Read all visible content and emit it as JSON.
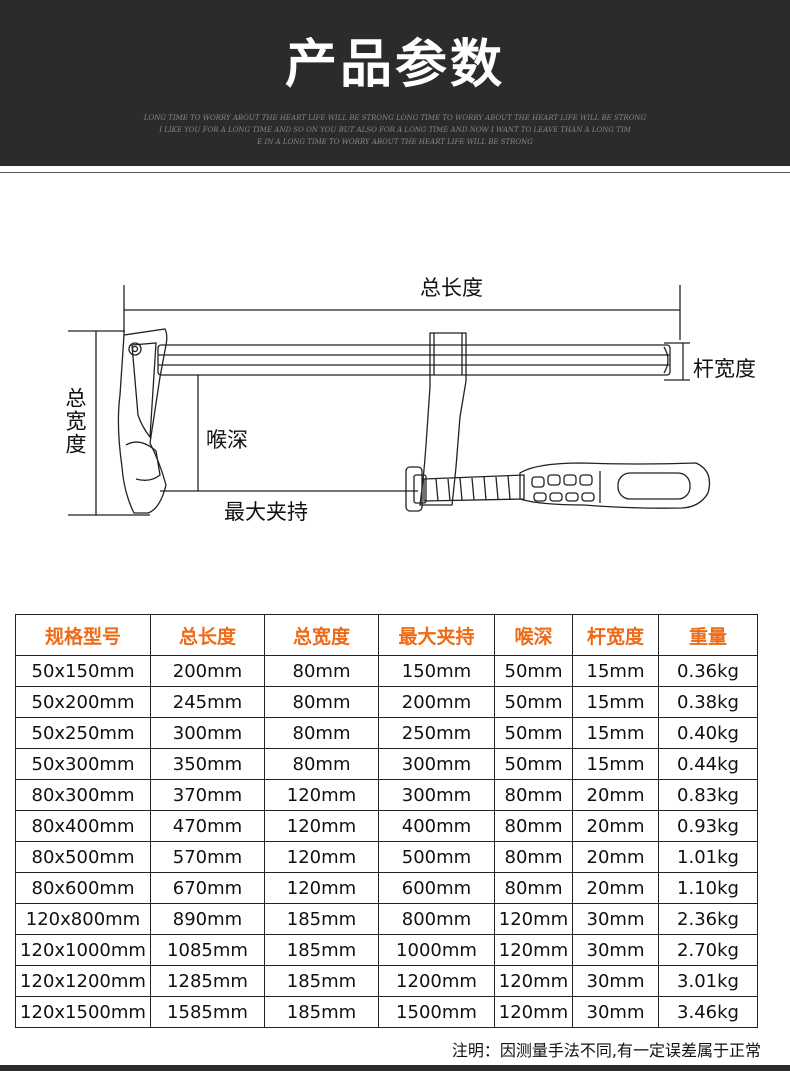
{
  "header": {
    "title": "产品参数",
    "taglines": [
      "LONG TIME TO WORRY ABOUT THE HEART  LIFE WILL BE STRONG LONG TIME TO WORRY ABOUT THE HEART  LIFE WILL BE STRONG",
      "I LIKE YOU  FOR A LONG TIME  AND SO ON YOU  BUT ALSO FOR A LONG TIME  AND NOW  I WANT TO LEAVE  THAN A LONG TIM",
      "E IN A LONG TIME TO WORRY ABOUT THE HEART  LIFE WILL BE STRONG"
    ]
  },
  "diagram": {
    "total_length": "总长度",
    "bar_width": "杆宽度",
    "total_width": "总宽度",
    "throat_depth": "喉深",
    "max_clamp": "最大夹持"
  },
  "table": {
    "columns": [
      "规格型号",
      "总长度",
      "总宽度",
      "最大夹持",
      "喉深",
      "杆宽度",
      "重量"
    ],
    "rows": [
      [
        "50x150mm",
        "200mm",
        "80mm",
        "150mm",
        "50mm",
        "15mm",
        "0.36kg"
      ],
      [
        "50x200mm",
        "245mm",
        "80mm",
        "200mm",
        "50mm",
        "15mm",
        "0.38kg"
      ],
      [
        "50x250mm",
        "300mm",
        "80mm",
        "250mm",
        "50mm",
        "15mm",
        "0.40kg"
      ],
      [
        "50x300mm",
        "350mm",
        "80mm",
        "300mm",
        "50mm",
        "15mm",
        "0.44kg"
      ],
      [
        "80x300mm",
        "370mm",
        "120mm",
        "300mm",
        "80mm",
        "20mm",
        "0.83kg"
      ],
      [
        "80x400mm",
        "470mm",
        "120mm",
        "400mm",
        "80mm",
        "20mm",
        "0.93kg"
      ],
      [
        "80x500mm",
        "570mm",
        "120mm",
        "500mm",
        "80mm",
        "20mm",
        "1.01kg"
      ],
      [
        "80x600mm",
        "670mm",
        "120mm",
        "600mm",
        "80mm",
        "20mm",
        "1.10kg"
      ],
      [
        "120x800mm",
        "890mm",
        "185mm",
        "800mm",
        "120mm",
        "30mm",
        "2.36kg"
      ],
      [
        "120x1000mm",
        "1085mm",
        "185mm",
        "1000mm",
        "120mm",
        "30mm",
        "2.70kg"
      ],
      [
        "120x1200mm",
        "1285mm",
        "185mm",
        "1200mm",
        "120mm",
        "30mm",
        "3.01kg"
      ],
      [
        "120x1500mm",
        "1585mm",
        "185mm",
        "1500mm",
        "120mm",
        "30mm",
        "3.46kg"
      ]
    ]
  },
  "note": "注明：因测量手法不同,有一定误差属于正常",
  "colors": {
    "header_bg": "#2b2b2b",
    "accent": "#ef6a16"
  }
}
